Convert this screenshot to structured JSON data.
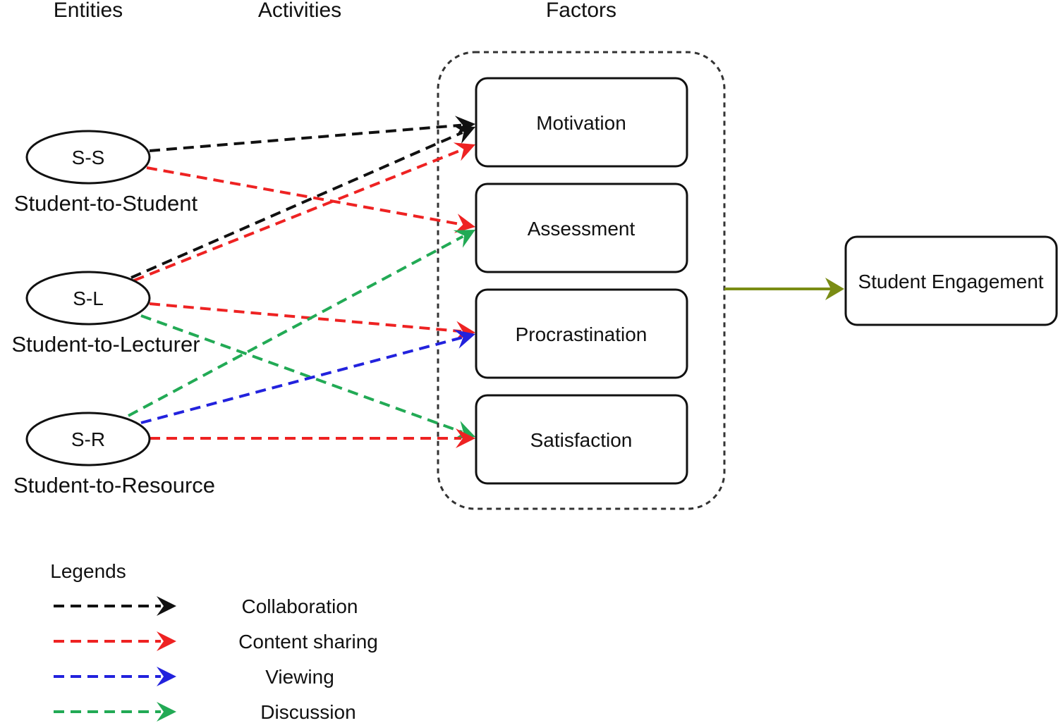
{
  "headers": {
    "entities": "Entities",
    "activities": "Activities",
    "factors": "Factors"
  },
  "entities": [
    {
      "id": "ss",
      "code": "S-S",
      "label": "Student-to-Student"
    },
    {
      "id": "sl",
      "code": "S-L",
      "label": "Student-to-Lecturer"
    },
    {
      "id": "sr",
      "code": "S-R",
      "label": "Student-to-Resource"
    }
  ],
  "factors": [
    {
      "id": "motivation",
      "label": "Motivation"
    },
    {
      "id": "assessment",
      "label": "Assessment"
    },
    {
      "id": "procrastination",
      "label": "Procrastination"
    },
    {
      "id": "satisfaction",
      "label": "Satisfaction"
    }
  ],
  "outcome": {
    "label": "Student Engagement"
  },
  "legend": {
    "title": "Legends",
    "items": [
      {
        "activity": "collaboration",
        "label": "Collaboration",
        "color": "#111111"
      },
      {
        "activity": "content-sharing",
        "label": "Content sharing",
        "color": "#ee2222"
      },
      {
        "activity": "viewing",
        "label": "Viewing",
        "color": "#2222dd"
      },
      {
        "activity": "discussion",
        "label": "Discussion",
        "color": "#22aa55"
      }
    ]
  },
  "connections": [
    {
      "from": "ss",
      "to": "motivation",
      "activity": "collaboration"
    },
    {
      "from": "ss",
      "to": "assessment",
      "activity": "content-sharing"
    },
    {
      "from": "sl",
      "to": "motivation",
      "activity": "collaboration"
    },
    {
      "from": "sl",
      "to": "motivation",
      "activity": "content-sharing"
    },
    {
      "from": "sl",
      "to": "procrastination",
      "activity": "content-sharing"
    },
    {
      "from": "sl",
      "to": "satisfaction",
      "activity": "discussion"
    },
    {
      "from": "sr",
      "to": "assessment",
      "activity": "discussion"
    },
    {
      "from": "sr",
      "to": "procrastination",
      "activity": "viewing"
    },
    {
      "from": "sr",
      "to": "satisfaction",
      "activity": "content-sharing"
    }
  ],
  "outcome_arrow_color": "#7a8c14"
}
